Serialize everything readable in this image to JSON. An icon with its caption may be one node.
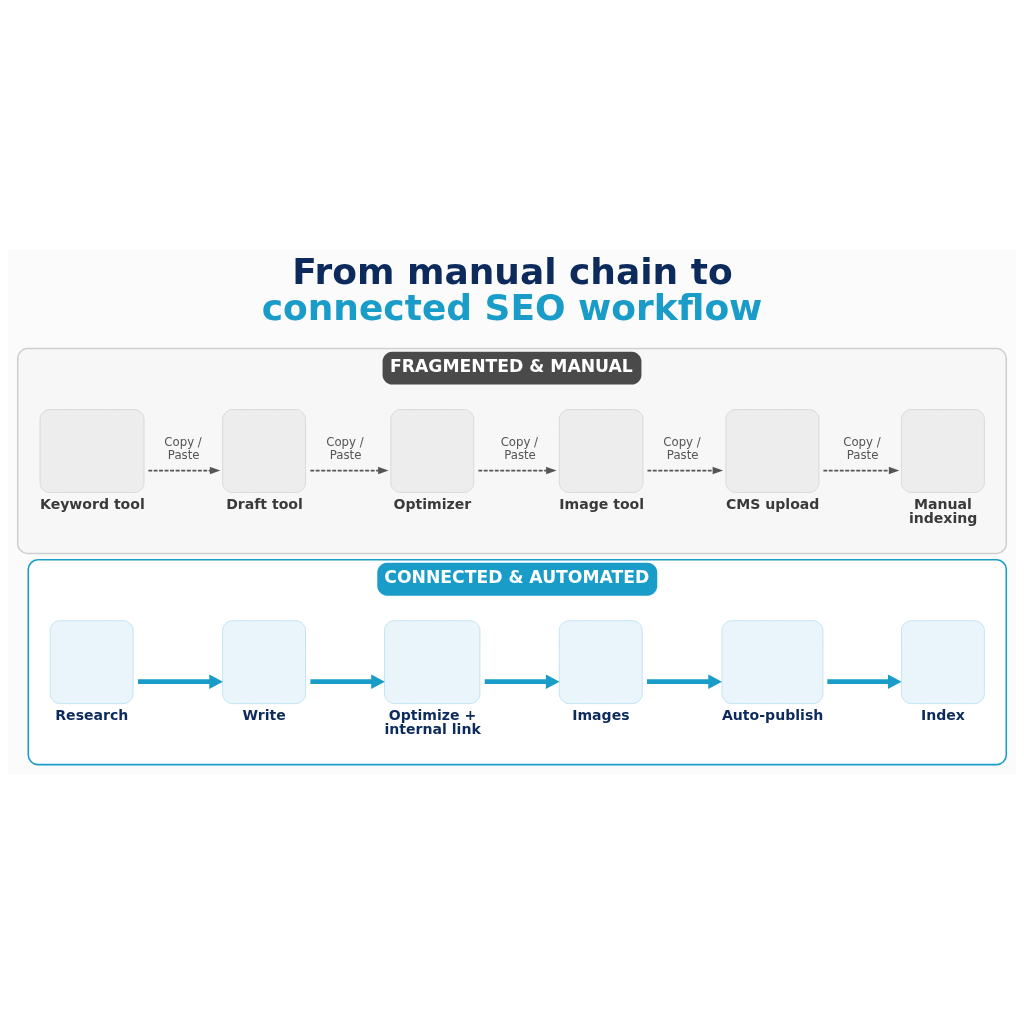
{
  "diagram": {
    "title": "From manual chain to connected SEO workflow",
    "nodes": [
      {
        "text": [
          "FRAGMENTED & MANUAL"
        ]
      },
      {
        "text": [
          "Keyword tool"
        ],
        "in": 0
      },
      {
        "text": [
          "Draft tool"
        ],
        "in": 0
      },
      {
        "text": [
          "Optimizer"
        ],
        "in": 0
      },
      {
        "text": [
          "Image tool"
        ],
        "in": 0
      },
      {
        "text": [
          "CMS upload"
        ],
        "in": 0
      },
      {
        "text": [
          "Manual indexing"
        ],
        "in": 0
      },
      {
        "text": [
          "CONNECTED & AUTOMATED"
        ]
      },
      {
        "text": [
          "Research"
        ],
        "in": 7
      },
      {
        "text": [
          "Write"
        ],
        "in": 7
      },
      {
        "text": [
          "Optimize + internal link"
        ],
        "in": 7
      },
      {
        "text": [
          "Images"
        ],
        "in": 7
      },
      {
        "text": [
          "Auto-publish"
        ],
        "in": 7
      },
      {
        "text": [
          "Index"
        ],
        "in": 7
      }
    ],
    "edges": [
      {
        "from": 1,
        "to": 2,
        "arrow": "to",
        "label": "Copy / Paste",
        "style": "dashed"
      },
      {
        "from": 2,
        "to": 3,
        "arrow": "to",
        "label": "Copy / Paste",
        "style": "dashed"
      },
      {
        "from": 3,
        "to": 4,
        "arrow": "to",
        "label": "Copy / Paste",
        "style": "dashed"
      },
      {
        "from": 4,
        "to": 5,
        "arrow": "to",
        "label": "Copy / Paste",
        "style": "dashed"
      },
      {
        "from": 5,
        "to": 6,
        "arrow": "to",
        "label": "Copy / Paste",
        "style": "dashed"
      },
      {
        "from": 8,
        "to": 9,
        "arrow": "to",
        "style": "thick",
        "color": "#1a9cc9"
      },
      {
        "from": 9,
        "to": 10,
        "arrow": "to",
        "style": "thick",
        "color": "#1a9cc9"
      },
      {
        "from": 10,
        "to": 11,
        "arrow": "to",
        "style": "thick",
        "color": "#1a9cc9"
      },
      {
        "from": 11,
        "to": 12,
        "arrow": "to",
        "style": "thick",
        "color": "#1a9cc9"
      },
      {
        "from": 12,
        "to": 13,
        "arrow": "to",
        "style": "thick",
        "color": "#1a9cc9"
      }
    ]
  }
}
